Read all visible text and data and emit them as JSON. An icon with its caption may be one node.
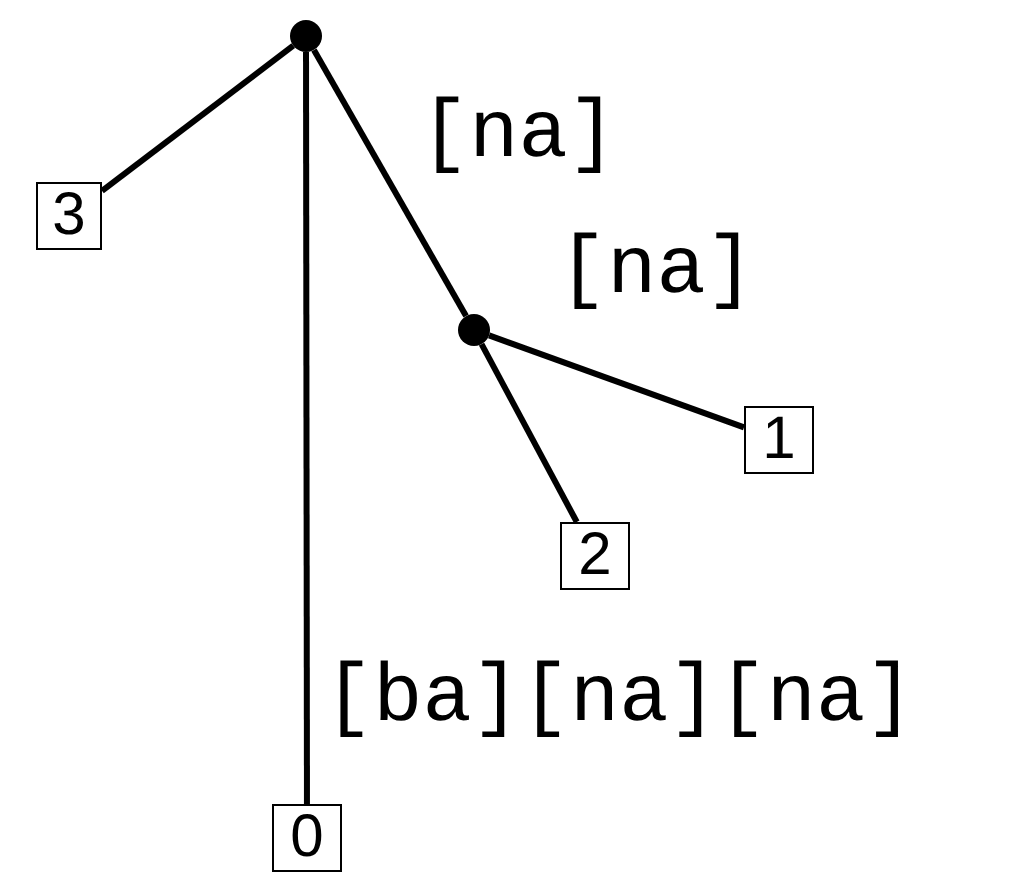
{
  "diagram": {
    "nodes": [
      {
        "text": [],
        "shape": "circle"
      },
      {
        "text": [
          "3"
        ]
      },
      {
        "text": [],
        "shape": "circle"
      },
      {
        "text": [
          "1"
        ]
      },
      {
        "text": [
          "2"
        ]
      },
      {
        "text": [
          "0"
        ]
      }
    ],
    "edges": [
      {
        "from": 0,
        "to": 1,
        "arrow": "none"
      },
      {
        "from": 0,
        "to": 2,
        "arrow": "none",
        "label": "[na]"
      },
      {
        "from": 2,
        "to": 3,
        "arrow": "none",
        "label": "[na]"
      },
      {
        "from": 2,
        "to": 4,
        "arrow": "none"
      },
      {
        "from": 0,
        "to": 5,
        "arrow": "none",
        "label": "[ba][na][na]"
      }
    ]
  }
}
